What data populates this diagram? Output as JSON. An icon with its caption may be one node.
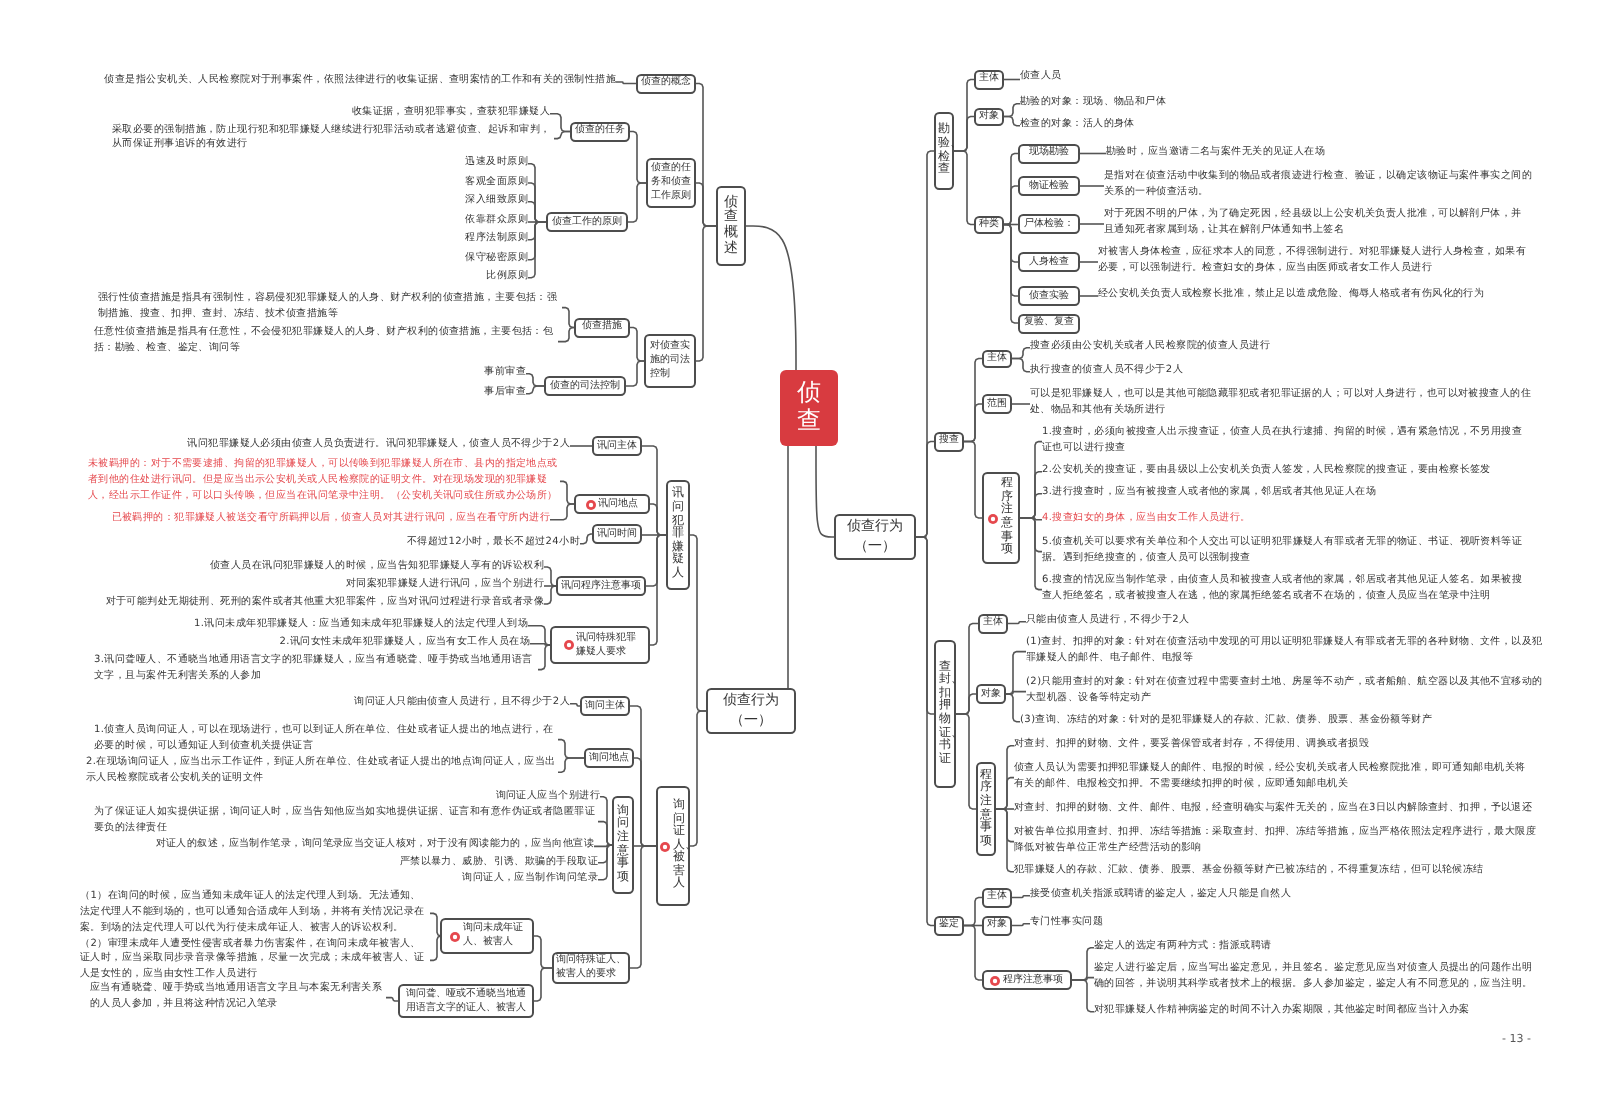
{
  "diagram": {
    "nodes": [
      {
        "text": [
          "侦查"
        ]
      },
      {
        "text": [
          "侦查概述"
        ]
      },
      {
        "text": [
          "侦查的概念"
        ]
      },
      {
        "text": [
          "侦查是指公安机关、人民检察院对于刑事案件，依照法律进行的收集证据、查明案情的工作和有关的强制性措施"
        ]
      },
      {
        "text": [
          "侦查的任务和侦查工作原则"
        ]
      },
      {
        "text": [
          "侦查的任务"
        ]
      },
      {
        "text": [
          "收集证据，查明犯罪事实，查获犯罪嫌疑人"
        ]
      },
      {
        "text": [
          "采取必要的强制措施，防止现行犯和犯罪嫌疑人继续进行犯罪活动或者逃避侦查、起诉和审判，从而保证刑事追诉的有效进行"
        ]
      },
      {
        "text": [
          "侦查工作的原则"
        ]
      },
      {
        "text": [
          "迅速及时原则"
        ]
      },
      {
        "text": [
          "客观全面原则"
        ]
      },
      {
        "text": [
          "深入细致原则"
        ]
      },
      {
        "text": [
          "依靠群众原则"
        ]
      },
      {
        "text": [
          "程序法制原则"
        ]
      },
      {
        "text": [
          "保守秘密原则"
        ]
      },
      {
        "text": [
          "比例原则"
        ]
      },
      {
        "text": [
          "对侦查实施的司法控制"
        ]
      },
      {
        "text": [
          "侦查措施"
        ]
      },
      {
        "text": [
          "强行性侦查措施是指具有强制性，容易侵犯犯罪嫌疑人的人身、财产权利的侦查措施，主要包括：强制措施、搜查、扣押、查封、冻结、技术侦查措施等"
        ]
      },
      {
        "text": [
          "任意性侦查措施是指具有任意性，不会侵犯犯罪嫌疑人的人身、财产权利的侦查措施，主要包括：包括：勘验、检查、鉴定、询问等"
        ]
      },
      {
        "text": [
          "侦查的司法控制"
        ]
      },
      {
        "text": [
          "事前审查"
        ]
      },
      {
        "text": [
          "事后审查"
        ]
      },
      {
        "text": [
          "侦查行为（一）"
        ]
      },
      {
        "text": [
          "讯问犯罪嫌疑人"
        ]
      },
      {
        "text": [
          "讯问主体"
        ]
      },
      {
        "text": [
          "讯问犯罪嫌疑人必须由侦查人员负责进行。讯问犯罪嫌疑人，侦查人员不得少于2人"
        ]
      },
      {
        "text": [
          "讯问地点"
        ]
      },
      {
        "text": [
          "未被羁押的：对于不需要逮捕、拘留的犯罪嫌疑人，可以传唤到犯罪嫌疑人所在市、县内的指定地点或者到他的住处进行讯问。但是应当出示公安机关或人民检察院的证明文件。对在现场发现的犯罪嫌疑人，经出示工作证件，可以口头传唤，但应当在讯问笔录中注明。（公安机关讯问或住所或办公场所）"
        ]
      },
      {
        "text": [
          "已被羁押的：犯罪嫌疑人被送交看守所羁押以后，侦查人员对其进行讯问，应当在看守所内进行"
        ]
      },
      {
        "text": [
          "讯问时间"
        ]
      },
      {
        "text": [
          "不得超过12小时，最长不超过24小时"
        ]
      },
      {
        "text": [
          "讯问程序注意事项"
        ]
      },
      {
        "text": [
          "侦查人员在讯问犯罪嫌疑人的时候，应当告知犯罪嫌疑人享有的诉讼权利"
        ]
      },
      {
        "text": [
          "对同案犯罪嫌疑人进行讯问，应当个别进行"
        ]
      },
      {
        "text": [
          "对于可能判处无期徒刑、死刑的案件或者其他重大犯罪案件，应当对讯问过程进行录音或者录像"
        ]
      },
      {
        "text": [
          "讯问特殊犯罪嫌疑人要求"
        ]
      },
      {
        "text": [
          "1.讯问未成年犯罪嫌疑人：应当通知未成年犯罪嫌疑人的法定代理人到场"
        ]
      },
      {
        "text": [
          "2.讯问女性未成年犯罪嫌疑人，应当有女工作人员在场"
        ]
      },
      {
        "text": [
          "3.讯问聋哑人、不通晓当地通用语言文字的犯罪嫌疑人，应当有通晓聋、哑手势或当地通用语言文字，且与案件无利害关系的人参加"
        ]
      },
      {
        "text": [
          "询问证人、被害人"
        ]
      },
      {
        "text": [
          "询问主体"
        ]
      },
      {
        "text": [
          "询问证人只能由侦查人员进行，且不得少于2人"
        ]
      },
      {
        "text": [
          "询问地点"
        ]
      },
      {
        "text": [
          "1.侦查人员询问证人，可以在现场进行，也可以到证人所在单位、住处或者证人提出的地点进行，在必要的时候，可以通知证人到侦查机关提供证言"
        ]
      },
      {
        "text": [
          "2.在现场询问证人，应当出示工作证件，到证人所在单位、住处或者证人提出的地点询问证人，应当出示人民检察院或者公安机关的证明文件"
        ]
      },
      {
        "text": [
          "询问注意事项"
        ]
      },
      {
        "text": [
          "询问证人应当个别进行"
        ]
      },
      {
        "text": [
          "为了保证证人如实提供证据，询问证人时，应当告知他应当如实地提供证据、证言和有意作伪证或者隐匿罪证要负的法律责任"
        ]
      },
      {
        "text": [
          "对证人的叙述，应当制作笔录，询问笔录应当交证人核对，对于没有阅读能力的，应当向他宣读"
        ]
      },
      {
        "text": [
          "严禁以暴力、威胁、引诱、欺骗的手段取证"
        ]
      },
      {
        "text": [
          "询问证人，应当制作询问笔录"
        ]
      },
      {
        "text": [
          "询问特殊证人、被害人的要求"
        ]
      },
      {
        "text": [
          "询问未成年证人、被害人"
        ]
      },
      {
        "text": [
          "（1）在询问的时候，应当通知未成年证人的法定代理人到场。无法通知、法定代理人不能到场的，也可以通知合适成年人到场，并将有关情况记录在案。到场的法定代理人可以代为行使未成年证人、被害人的诉讼权利。"
        ]
      },
      {
        "text": [
          "（2）审理未成年人遭受性侵害或者暴力伤害案件，在询问未成年被害人、证人时，应当采取同步录音录像等措施，尽量一次完成；未成年被害人、证人是女性的，应当由女性工作人员进行"
        ]
      },
      {
        "text": [
          "询问聋、哑或不通晓当地通用语言文字的证人、被害人"
        ]
      },
      {
        "text": [
          "应当有通晓聋、哑手势或当地通用语言文字且与本案无利害关系的人员人参加，并且将这种情况记入笔录"
        ]
      },
      {
        "text": [
          "侦查行为（一）"
        ]
      },
      {
        "text": [
          "勘验、检查"
        ]
      },
      {
        "text": [
          "主体"
        ]
      },
      {
        "text": [
          "侦查人员"
        ]
      },
      {
        "text": [
          "对象"
        ]
      },
      {
        "text": [
          "勘验的对象：现场、物品和尸体"
        ]
      },
      {
        "text": [
          "检查的对象：活人的身体"
        ]
      },
      {
        "text": [
          "种类"
        ]
      },
      {
        "text": [
          "现场勘验"
        ]
      },
      {
        "text": [
          "勘验时，应当邀请二名与案件无关的见证人在场"
        ]
      },
      {
        "text": [
          "物证检验"
        ]
      },
      {
        "text": [
          "是指对在侦查活动中收集到的物品或者痕迹进行检查、验证，以确定该物证与案件事实之间的关系的一种侦查活动。"
        ]
      },
      {
        "text": [
          "尸体检验："
        ]
      },
      {
        "text": [
          "对于死因不明的尸体，为了确定死因，经县级以上公安机关负责人批准，可以解剖尸体，并且通知死者家属到场，让其在解剖尸体通知书上签名"
        ]
      },
      {
        "text": [
          "人身检查"
        ]
      },
      {
        "text": [
          "对被害人身体检查，应征求本人的同意，不得强制进行。对犯罪嫌疑人进行人身检查，如果有必要，可以强制进行。检查妇女的身体，应当由医师或者女工作人员进行"
        ]
      },
      {
        "text": [
          "侦查实验"
        ]
      },
      {
        "text": [
          "经公安机关负责人或检察长批准，禁止足以造成危险、侮辱人格或者有伤风化的行为"
        ]
      },
      {
        "text": [
          "复验、复查"
        ]
      },
      {
        "text": [
          "搜查"
        ]
      },
      {
        "text": [
          "主体"
        ]
      },
      {
        "text": [
          "搜查必须由公安机关或者人民检察院的侦查人员进行"
        ]
      },
      {
        "text": [
          "执行搜查的侦查人员不得少于2人"
        ]
      },
      {
        "text": [
          "范围"
        ]
      },
      {
        "text": [
          "可以是犯罪嫌疑人，也可以是其他可能隐藏罪犯或者犯罪证据的人；可以对人身进行，也可以对被搜查人的住处、物品和其他有关场所进行"
        ]
      },
      {
        "text": [
          "程序注意事项"
        ]
      },
      {
        "text": [
          "1.搜查时，必须向被搜查人出示搜查证，侦查人员在执行逮捕、拘留的时候，遇有紧急情况，不另用搜查证也可以进行搜查"
        ]
      },
      {
        "text": [
          "2.公安机关的搜查证，要由县级以上公安机关负责人签发，人民检察院的搜查证，要由检察长签发"
        ]
      },
      {
        "text": [
          "3.进行搜查时，应当有被搜查人或者他的家属，邻居或者其他见证人在场"
        ]
      },
      {
        "text": [
          "4.搜查妇女的身体，应当由女工作人员进行。"
        ]
      },
      {
        "text": [
          "5.侦查机关可以要求有关单位和个人交出可以证明犯罪嫌疑人有罪或者无罪的物证、书证、视听资料等证据。遇到拒绝搜查的，侦查人员可以强制搜查"
        ]
      },
      {
        "text": [
          "6.搜查的情况应当制作笔录，由侦查人员和被搜查人或者他的家属，邻居或者其他见证人签名。如果被搜查人拒绝签名，或者被搜查人在逃，他的家属拒绝签名或者不在场的，侦查人员应当在笔录中注明"
        ]
      },
      {
        "text": [
          "查封、扣押物证、书证"
        ]
      },
      {
        "text": [
          "主体"
        ]
      },
      {
        "text": [
          "只能由侦查人员进行，不得少于2人"
        ]
      },
      {
        "text": [
          "对象"
        ]
      },
      {
        "text": [
          "(1)查封、扣押的对象：针对在侦查活动中发现的可用以证明犯罪嫌疑人有罪或者无罪的各种财物、文件，以及犯罪嫌疑人的邮件、电子邮件、电报等"
        ]
      },
      {
        "text": [
          "(2)只能用查封的对象：针对在侦查过程中需要查封土地、房屋等不动产，或者船舶、航空器以及其他不宜移动的大型机器、设备等特定动产"
        ]
      },
      {
        "text": [
          "(3)查询、冻结的对象：针对的是犯罪嫌疑人的存款、汇款、债券、股票、基金份额等财产"
        ]
      },
      {
        "text": [
          "程序注意事项"
        ]
      },
      {
        "text": [
          "对查封、扣押的财物、文件，要妥善保管或者封存，不得使用、调换或者损毁"
        ]
      },
      {
        "text": [
          "侦查人员认为需要扣押犯罪嫌疑人的邮件、电报的时候，经公安机关或者人民检察院批准，即可通知邮电机关将有关的邮件、电报检交扣押。不需要继续扣押的时候，应即通知邮电机关"
        ]
      },
      {
        "text": [
          "对查封、扣押的财物、文件、邮件、电报，经查明确实与案件无关的，应当在3日以内解除查封、扣押，予以退还"
        ]
      },
      {
        "text": [
          "对被告单位拟用查封、扣押、冻结等措施：采取查封、扣押、冻结等措施，应当严格依照法定程序进行，最大限度降低对被告单位正常生产经营活动的影响"
        ]
      },
      {
        "text": [
          "犯罪嫌疑人的存款、汇款、债券、股票、基金份额等财产已被冻结的，不得重复冻结，但可以轮候冻结"
        ]
      },
      {
        "text": [
          "鉴定"
        ]
      },
      {
        "text": [
          "主体"
        ]
      },
      {
        "text": [
          "接受侦查机关指派或聘请的鉴定人，鉴定人只能是自然人"
        ]
      },
      {
        "text": [
          "对象"
        ]
      },
      {
        "text": [
          "专门性事实问题"
        ]
      },
      {
        "text": [
          "程序注意事项"
        ]
      },
      {
        "text": [
          "鉴定人的选定有两种方式：指派或聘请"
        ]
      },
      {
        "text": [
          "鉴定人进行鉴定后，应当写出鉴定意见，并且签名。鉴定意见应当对侦查人员提出的问题作出明确的回答，并说明其科学或者技术上的根据。多人参加鉴定，鉴定人有不同意见的，应当注明。"
        ]
      },
      {
        "text": [
          "对犯罪嫌疑人作精神病鉴定的时间不计入办案期限，其他鉴定时间都应当计入办案"
        ]
      }
    ],
    "edges": [
      {
        "from": 0,
        "to": 1,
        "arrow": "none"
      },
      {
        "from": 0,
        "to": 23,
        "arrow": "none"
      },
      {
        "from": 0,
        "to": 58,
        "arrow": "none"
      },
      {
        "from": 1,
        "to": 2,
        "arrow": "none"
      },
      {
        "from": 1,
        "to": 4,
        "arrow": "none"
      },
      {
        "from": 1,
        "to": 16,
        "arrow": "none"
      },
      {
        "from": 2,
        "to": 3,
        "arrow": "none"
      },
      {
        "from": 4,
        "to": 5,
        "arrow": "none"
      },
      {
        "from": 4,
        "to": 8,
        "arrow": "none"
      },
      {
        "from": 5,
        "to": 6,
        "arrow": "none"
      },
      {
        "from": 5,
        "to": 7,
        "arrow": "none"
      },
      {
        "from": 8,
        "to": 9,
        "arrow": "none"
      },
      {
        "from": 8,
        "to": 10,
        "arrow": "none"
      },
      {
        "from": 8,
        "to": 11,
        "arrow": "none"
      },
      {
        "from": 8,
        "to": 12,
        "arrow": "none"
      },
      {
        "from": 8,
        "to": 13,
        "arrow": "none"
      },
      {
        "from": 8,
        "to": 14,
        "arrow": "none"
      },
      {
        "from": 8,
        "to": 15,
        "arrow": "none"
      },
      {
        "from": 16,
        "to": 17,
        "arrow": "none"
      },
      {
        "from": 16,
        "to": 20,
        "arrow": "none"
      },
      {
        "from": 17,
        "to": 18,
        "arrow": "none"
      },
      {
        "from": 17,
        "to": 19,
        "arrow": "none"
      },
      {
        "from": 20,
        "to": 21,
        "arrow": "none"
      },
      {
        "from": 20,
        "to": 22,
        "arrow": "none"
      },
      {
        "from": 23,
        "to": 24,
        "arrow": "none"
      },
      {
        "from": 23,
        "to": 40,
        "arrow": "none"
      },
      {
        "from": 24,
        "to": 25,
        "arrow": "none"
      },
      {
        "from": 24,
        "to": 27,
        "arrow": "none"
      },
      {
        "from": 24,
        "to": 30,
        "arrow": "none"
      },
      {
        "from": 24,
        "to": 32,
        "arrow": "none"
      },
      {
        "from": 24,
        "to": 36,
        "arrow": "none"
      },
      {
        "from": 25,
        "to": 26,
        "arrow": "none"
      },
      {
        "from": 27,
        "to": 28,
        "arrow": "none"
      },
      {
        "from": 27,
        "to": 29,
        "arrow": "none"
      },
      {
        "from": 30,
        "to": 31,
        "arrow": "none"
      },
      {
        "from": 32,
        "to": 33,
        "arrow": "none"
      },
      {
        "from": 32,
        "to": 34,
        "arrow": "none"
      },
      {
        "from": 32,
        "to": 35,
        "arrow": "none"
      },
      {
        "from": 36,
        "to": 37,
        "arrow": "none"
      },
      {
        "from": 36,
        "to": 38,
        "arrow": "none"
      },
      {
        "from": 36,
        "to": 39,
        "arrow": "none"
      },
      {
        "from": 40,
        "to": 41,
        "arrow": "none"
      },
      {
        "from": 40,
        "to": 43,
        "arrow": "none"
      },
      {
        "from": 40,
        "to": 46,
        "arrow": "none"
      },
      {
        "from": 40,
        "to": 52,
        "arrow": "none"
      },
      {
        "from": 41,
        "to": 42,
        "arrow": "none"
      },
      {
        "from": 43,
        "to": 44,
        "arrow": "none"
      },
      {
        "from": 43,
        "to": 45,
        "arrow": "none"
      },
      {
        "from": 46,
        "to": 47,
        "arrow": "none"
      },
      {
        "from": 46,
        "to": 48,
        "arrow": "none"
      },
      {
        "from": 46,
        "to": 49,
        "arrow": "none"
      },
      {
        "from": 46,
        "to": 50,
        "arrow": "none"
      },
      {
        "from": 46,
        "to": 51,
        "arrow": "none"
      },
      {
        "from": 52,
        "to": 53,
        "arrow": "none"
      },
      {
        "from": 52,
        "to": 56,
        "arrow": "none"
      },
      {
        "from": 53,
        "to": 54,
        "arrow": "none"
      },
      {
        "from": 53,
        "to": 55,
        "arrow": "none"
      },
      {
        "from": 56,
        "to": 57,
        "arrow": "none"
      },
      {
        "from": 58,
        "to": 59,
        "arrow": "none"
      },
      {
        "from": 58,
        "to": 77,
        "arrow": "none"
      },
      {
        "from": 58,
        "to": 90,
        "arrow": "none"
      },
      {
        "from": 58,
        "to": 103,
        "arrow": "none"
      },
      {
        "from": 59,
        "to": 60,
        "arrow": "none"
      },
      {
        "from": 59,
        "to": 62,
        "arrow": "none"
      },
      {
        "from": 59,
        "to": 65,
        "arrow": "none"
      },
      {
        "from": 60,
        "to": 61,
        "arrow": "none"
      },
      {
        "from": 62,
        "to": 63,
        "arrow": "none"
      },
      {
        "from": 62,
        "to": 64,
        "arrow": "none"
      },
      {
        "from": 65,
        "to": 66,
        "arrow": "none"
      },
      {
        "from": 65,
        "to": 68,
        "arrow": "none"
      },
      {
        "from": 65,
        "to": 70,
        "arrow": "none"
      },
      {
        "from": 65,
        "to": 72,
        "arrow": "none"
      },
      {
        "from": 65,
        "to": 74,
        "arrow": "none"
      },
      {
        "from": 65,
        "to": 76,
        "arrow": "none"
      },
      {
        "from": 66,
        "to": 67,
        "arrow": "none"
      },
      {
        "from": 68,
        "to": 69,
        "arrow": "none"
      },
      {
        "from": 70,
        "to": 71,
        "arrow": "none"
      },
      {
        "from": 72,
        "to": 73,
        "arrow": "none"
      },
      {
        "from": 74,
        "to": 75,
        "arrow": "none"
      },
      {
        "from": 77,
        "to": 78,
        "arrow": "none"
      },
      {
        "from": 77,
        "to": 81,
        "arrow": "none"
      },
      {
        "from": 77,
        "to": 83,
        "arrow": "none"
      },
      {
        "from": 78,
        "to": 79,
        "arrow": "none"
      },
      {
        "from": 78,
        "to": 80,
        "arrow": "none"
      },
      {
        "from": 81,
        "to": 82,
        "arrow": "none"
      },
      {
        "from": 83,
        "to": 84,
        "arrow": "none"
      },
      {
        "from": 83,
        "to": 85,
        "arrow": "none"
      },
      {
        "from": 83,
        "to": 86,
        "arrow": "none"
      },
      {
        "from": 83,
        "to": 87,
        "arrow": "none"
      },
      {
        "from": 83,
        "to": 88,
        "arrow": "none"
      },
      {
        "from": 83,
        "to": 89,
        "arrow": "none"
      },
      {
        "from": 90,
        "to": 91,
        "arrow": "none"
      },
      {
        "from": 90,
        "to": 93,
        "arrow": "none"
      },
      {
        "from": 90,
        "to": 97,
        "arrow": "none"
      },
      {
        "from": 91,
        "to": 92,
        "arrow": "none"
      },
      {
        "from": 93,
        "to": 94,
        "arrow": "none"
      },
      {
        "from": 93,
        "to": 95,
        "arrow": "none"
      },
      {
        "from": 93,
        "to": 96,
        "arrow": "none"
      },
      {
        "from": 97,
        "to": 98,
        "arrow": "none"
      },
      {
        "from": 97,
        "to": 99,
        "arrow": "none"
      },
      {
        "from": 97,
        "to": 100,
        "arrow": "none"
      },
      {
        "from": 97,
        "to": 101,
        "arrow": "none"
      },
      {
        "from": 97,
        "to": 102,
        "arrow": "none"
      },
      {
        "from": 103,
        "to": 104,
        "arrow": "none"
      },
      {
        "from": 103,
        "to": 106,
        "arrow": "none"
      },
      {
        "from": 103,
        "to": 108,
        "arrow": "none"
      },
      {
        "from": 104,
        "to": 105,
        "arrow": "none"
      },
      {
        "from": 106,
        "to": 107,
        "arrow": "none"
      },
      {
        "from": 108,
        "to": 109,
        "arrow": "none"
      },
      {
        "from": 108,
        "to": 110,
        "arrow": "none"
      },
      {
        "from": 108,
        "to": 111,
        "arrow": "none"
      }
    ],
    "labels": [
      "- 13 -"
    ]
  }
}
